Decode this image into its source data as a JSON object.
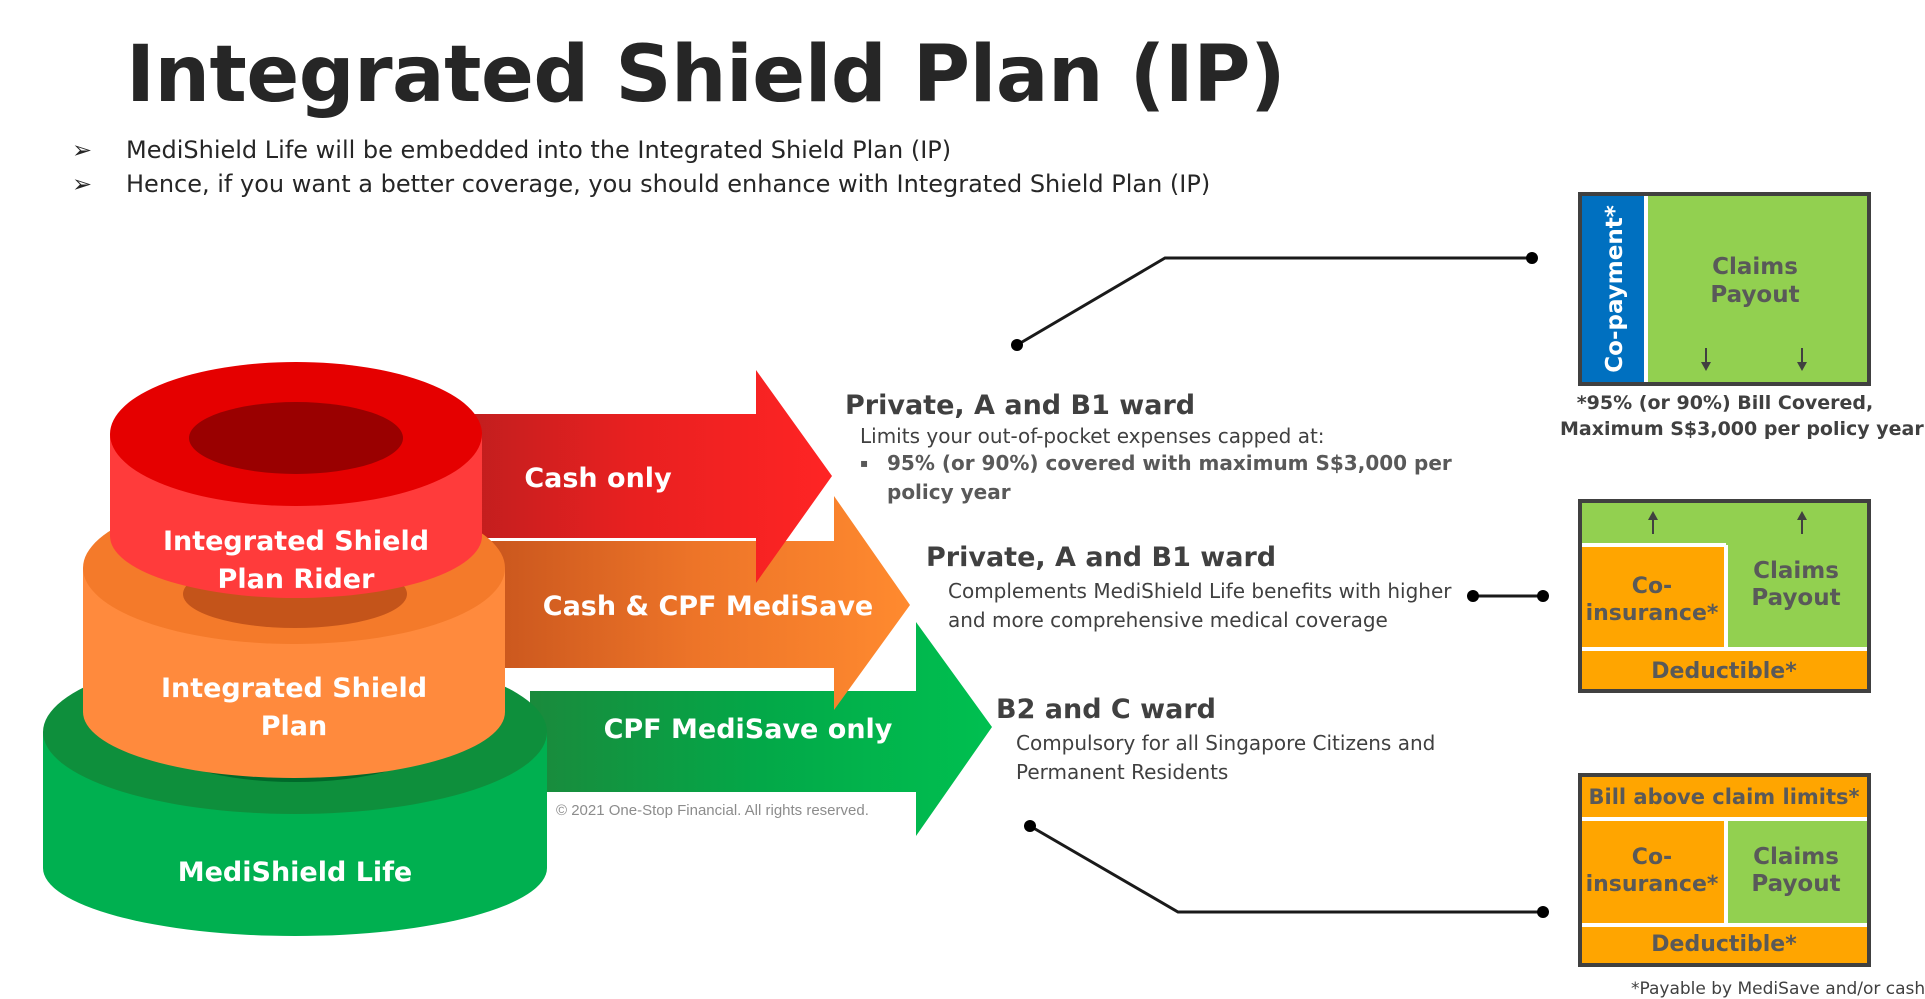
{
  "header": {
    "title": "Integrated Shield Plan (IP)",
    "bullets": [
      "MediShield Life will be embedded into the Integrated Shield Plan (IP)",
      "Hence, if you want a better coverage, you should enhance with Integrated Shield Plan (IP)"
    ],
    "bullet_glyph": "➢"
  },
  "tiers": {
    "rider": {
      "line1": "Integrated Shield",
      "line2": "Plan Rider",
      "arrow_label": "Cash only",
      "color": "#ff2d2d"
    },
    "plan": {
      "line1": "Integrated Shield",
      "line2": "Plan",
      "arrow_label": "Cash & CPF MediSave",
      "color": "#ff8a3d"
    },
    "medishield": {
      "label": "MediShield Life",
      "arrow_label": "CPF MediSave only",
      "color": "#00b050"
    }
  },
  "wards": {
    "rider": {
      "title": "Private, A and B1 ward",
      "desc": [
        "Limits your out-of-pocket expenses capped at:"
      ],
      "sub_bullet_glyph": "▪",
      "sub_bullet": [
        "95% (or 90%) covered with maximum S$3,000 per",
        "policy year"
      ]
    },
    "plan": {
      "title": "Private, A and B1 ward",
      "desc": [
        "Complements MediShield Life benefits with higher",
        "and more comprehensive medical coverage"
      ]
    },
    "medishield": {
      "title": "B2 and C ward",
      "desc": [
        "Compulsory for all Singapore Citizens and",
        "Permanent Residents"
      ]
    }
  },
  "boxes": {
    "top": {
      "copayment": "Co-payment*",
      "claims": [
        "Claims",
        "Payout"
      ],
      "note": [
        "*95% (or 90%) Bill Covered,",
        "Maximum S$3,000 per policy year"
      ]
    },
    "middle": {
      "coinsurance": [
        "Co-",
        "insurance*"
      ],
      "claims": [
        "Claims",
        "Payout"
      ],
      "deductible": "Deductible*"
    },
    "bottom": {
      "above": "Bill above claim limits*",
      "coinsurance": [
        "Co-",
        "insurance*"
      ],
      "claims": [
        "Claims",
        "Payout"
      ],
      "deductible": "Deductible*"
    }
  },
  "copyright": "© 2021 One-Stop Financial. All rights reserved.",
  "footnote": "*Payable by MediSave and/or cash",
  "colors": {
    "blue": "#0070c0",
    "green_box": "#92d050",
    "orange_box": "#ffa500",
    "box_border": "#404040"
  }
}
